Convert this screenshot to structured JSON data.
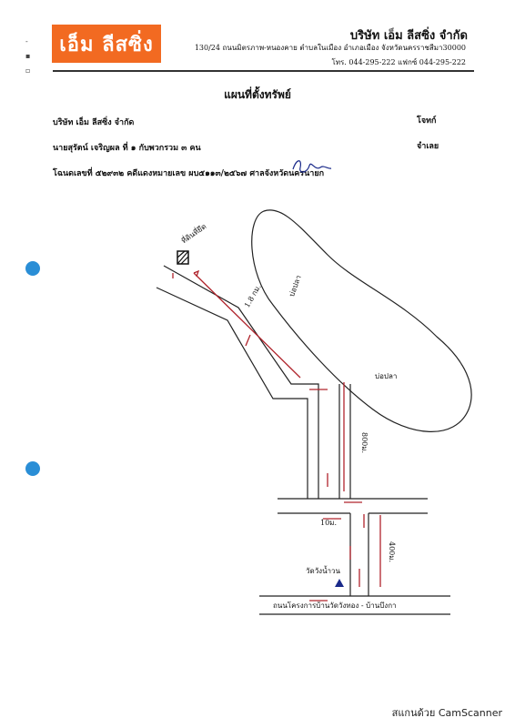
{
  "header": {
    "logo_text": "เอ็ม ลีสซิ่ง",
    "company_name": "บริษัท เอ็ม ลีสซิ่ง จำกัด",
    "address": "130/24 ถนนมิตรภาพ-หนองคาย ตำบลในเมือง อำเภอเมือง จังหวัดนครราชสีมา30000",
    "phone": "โทร. 044-295-222   แฟกซ์ 044-295-222"
  },
  "doc": {
    "title": "แผนที่ตั้งทรัพย์",
    "company_row": "บริษัท เอ็ม ลีสซิ่ง จำกัด",
    "plaintiff_label": "โจทก์",
    "defendant_row": "นายสุรัตน์ เจริญผล ที่ ๑ กับพวกรวม ๓ คน",
    "defendant_label": "จำเลย",
    "deed_row": "โฉนดเลขที่ ๕๒๙๓๒ คดีแดงหมายเลข ผบ๕๑๑๓/๒๕๖๗ ศาลจังหวัดนครนายก"
  },
  "map": {
    "property_label": "ที่ดินที่ยึด",
    "distance_top": "1.8 กม.",
    "pond_label_1": "บ่อปลา",
    "pond_label_2": "บ่อปลา",
    "distance_mid": "800ม.",
    "distance_small": "10ม.",
    "distance_bottom": "400ม.",
    "temple_label": "วัดวังน้ำวน",
    "road_label": "ถนนโครงการบ้านวัดวังทอง - บ้านบึงกา",
    "route_color": "#b0242c"
  },
  "footer": {
    "scanner": "สแกนด้วย CamScanner"
  }
}
